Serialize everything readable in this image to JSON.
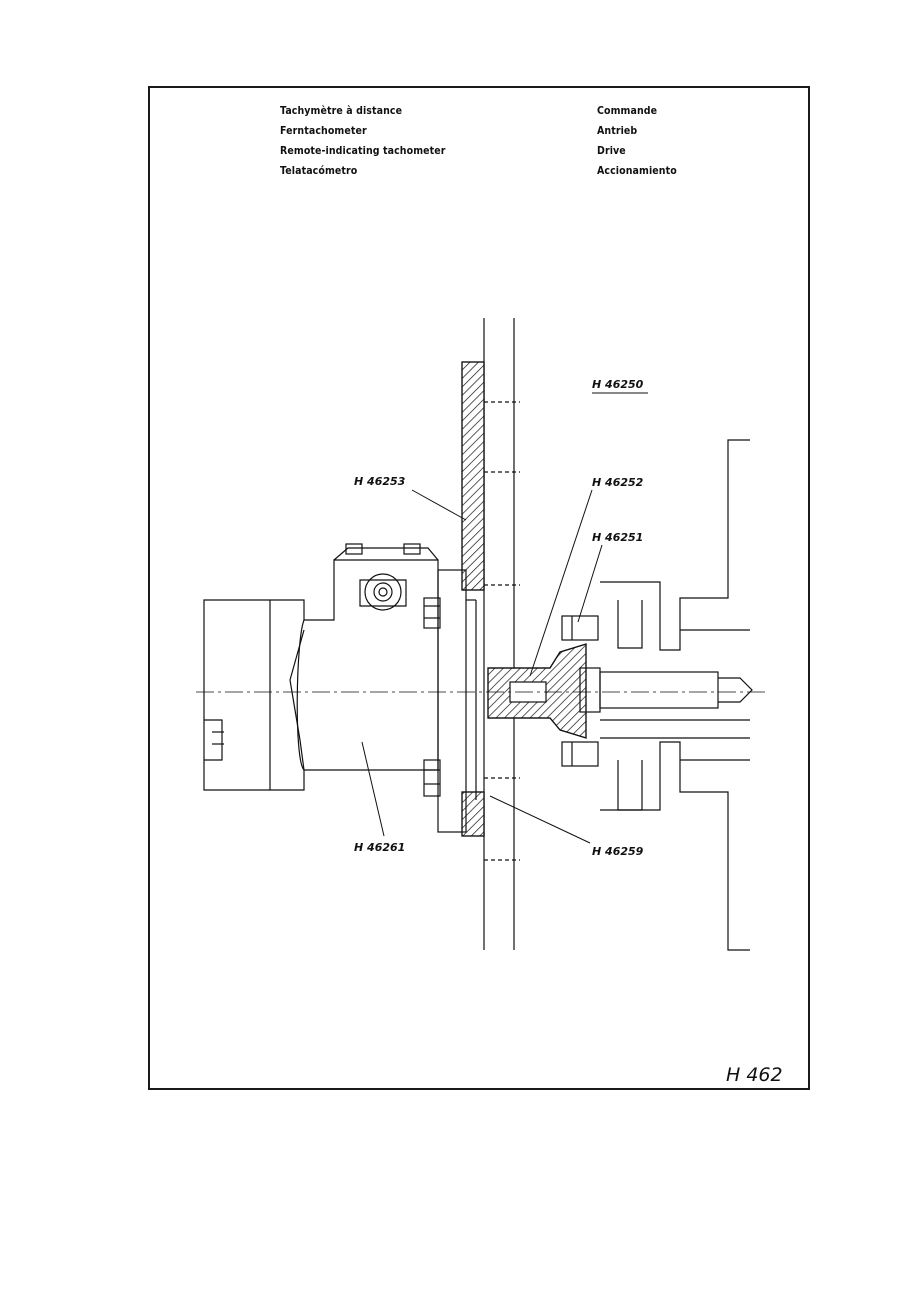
{
  "header": {
    "left_lines": [
      "Tachymètre à distance",
      "Ferntachometer",
      "Remote-indicating tachometer",
      "Telatacómetro"
    ],
    "right_lines": [
      "Commande",
      "Antrieb",
      "Drive",
      "Accionamiento"
    ]
  },
  "callouts": {
    "h46250": "H 46250",
    "h46253": "H 46253",
    "h46252": "H 46252",
    "h46251": "H 46251",
    "h46261": "H 46261",
    "h46259": "H 46259"
  },
  "plate_number": "H 462"
}
